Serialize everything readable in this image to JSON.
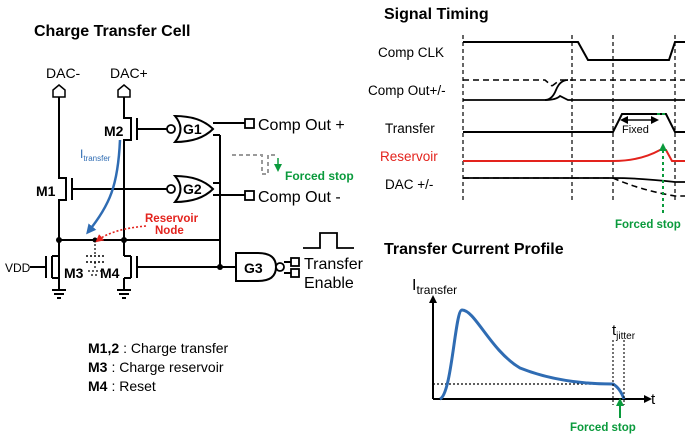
{
  "left_panel": {
    "title": "Charge Transfer Cell",
    "dac_minus": "DAC-",
    "dac_plus": "DAC+",
    "vdd": "VDD",
    "transistors": [
      "M1",
      "M2",
      "M3",
      "M4"
    ],
    "gates": [
      "G1",
      "G2",
      "G3"
    ],
    "comp_out_plus": "Comp Out +",
    "comp_out_minus": "Comp Out -",
    "forced_stop": "Forced stop",
    "i_transfer_main": "I",
    "i_transfer_sub": "transfer",
    "reservoir_node_line1": "Reservoir",
    "reservoir_node_line2": "Node",
    "transfer_line1": "Transfer",
    "transfer_line2": "Enable",
    "legend": [
      {
        "key": "M1,2",
        "desc": ": Charge transfer"
      },
      {
        "key": "M3",
        "desc": ": Charge reservoir"
      },
      {
        "key": "M4",
        "desc": ": Reset"
      }
    ]
  },
  "signal_timing": {
    "title": "Signal Timing",
    "signals": [
      "Comp CLK",
      "Comp Out+/-",
      "Transfer",
      "Reservoir",
      "DAC +/-"
    ],
    "fixed_label": "Fixed",
    "forced_stop": "Forced stop"
  },
  "current_profile": {
    "title": "Transfer Current Profile",
    "y_main": "I",
    "y_sub": "transfer",
    "x_label": "t",
    "t_main": "t",
    "t_sub": "jitter",
    "forced_stop": "Forced stop"
  },
  "colors": {
    "red": "#e3231d",
    "green": "#0a9a3c",
    "blue": "#2f6cb3",
    "gray": "#9a9a9a"
  }
}
